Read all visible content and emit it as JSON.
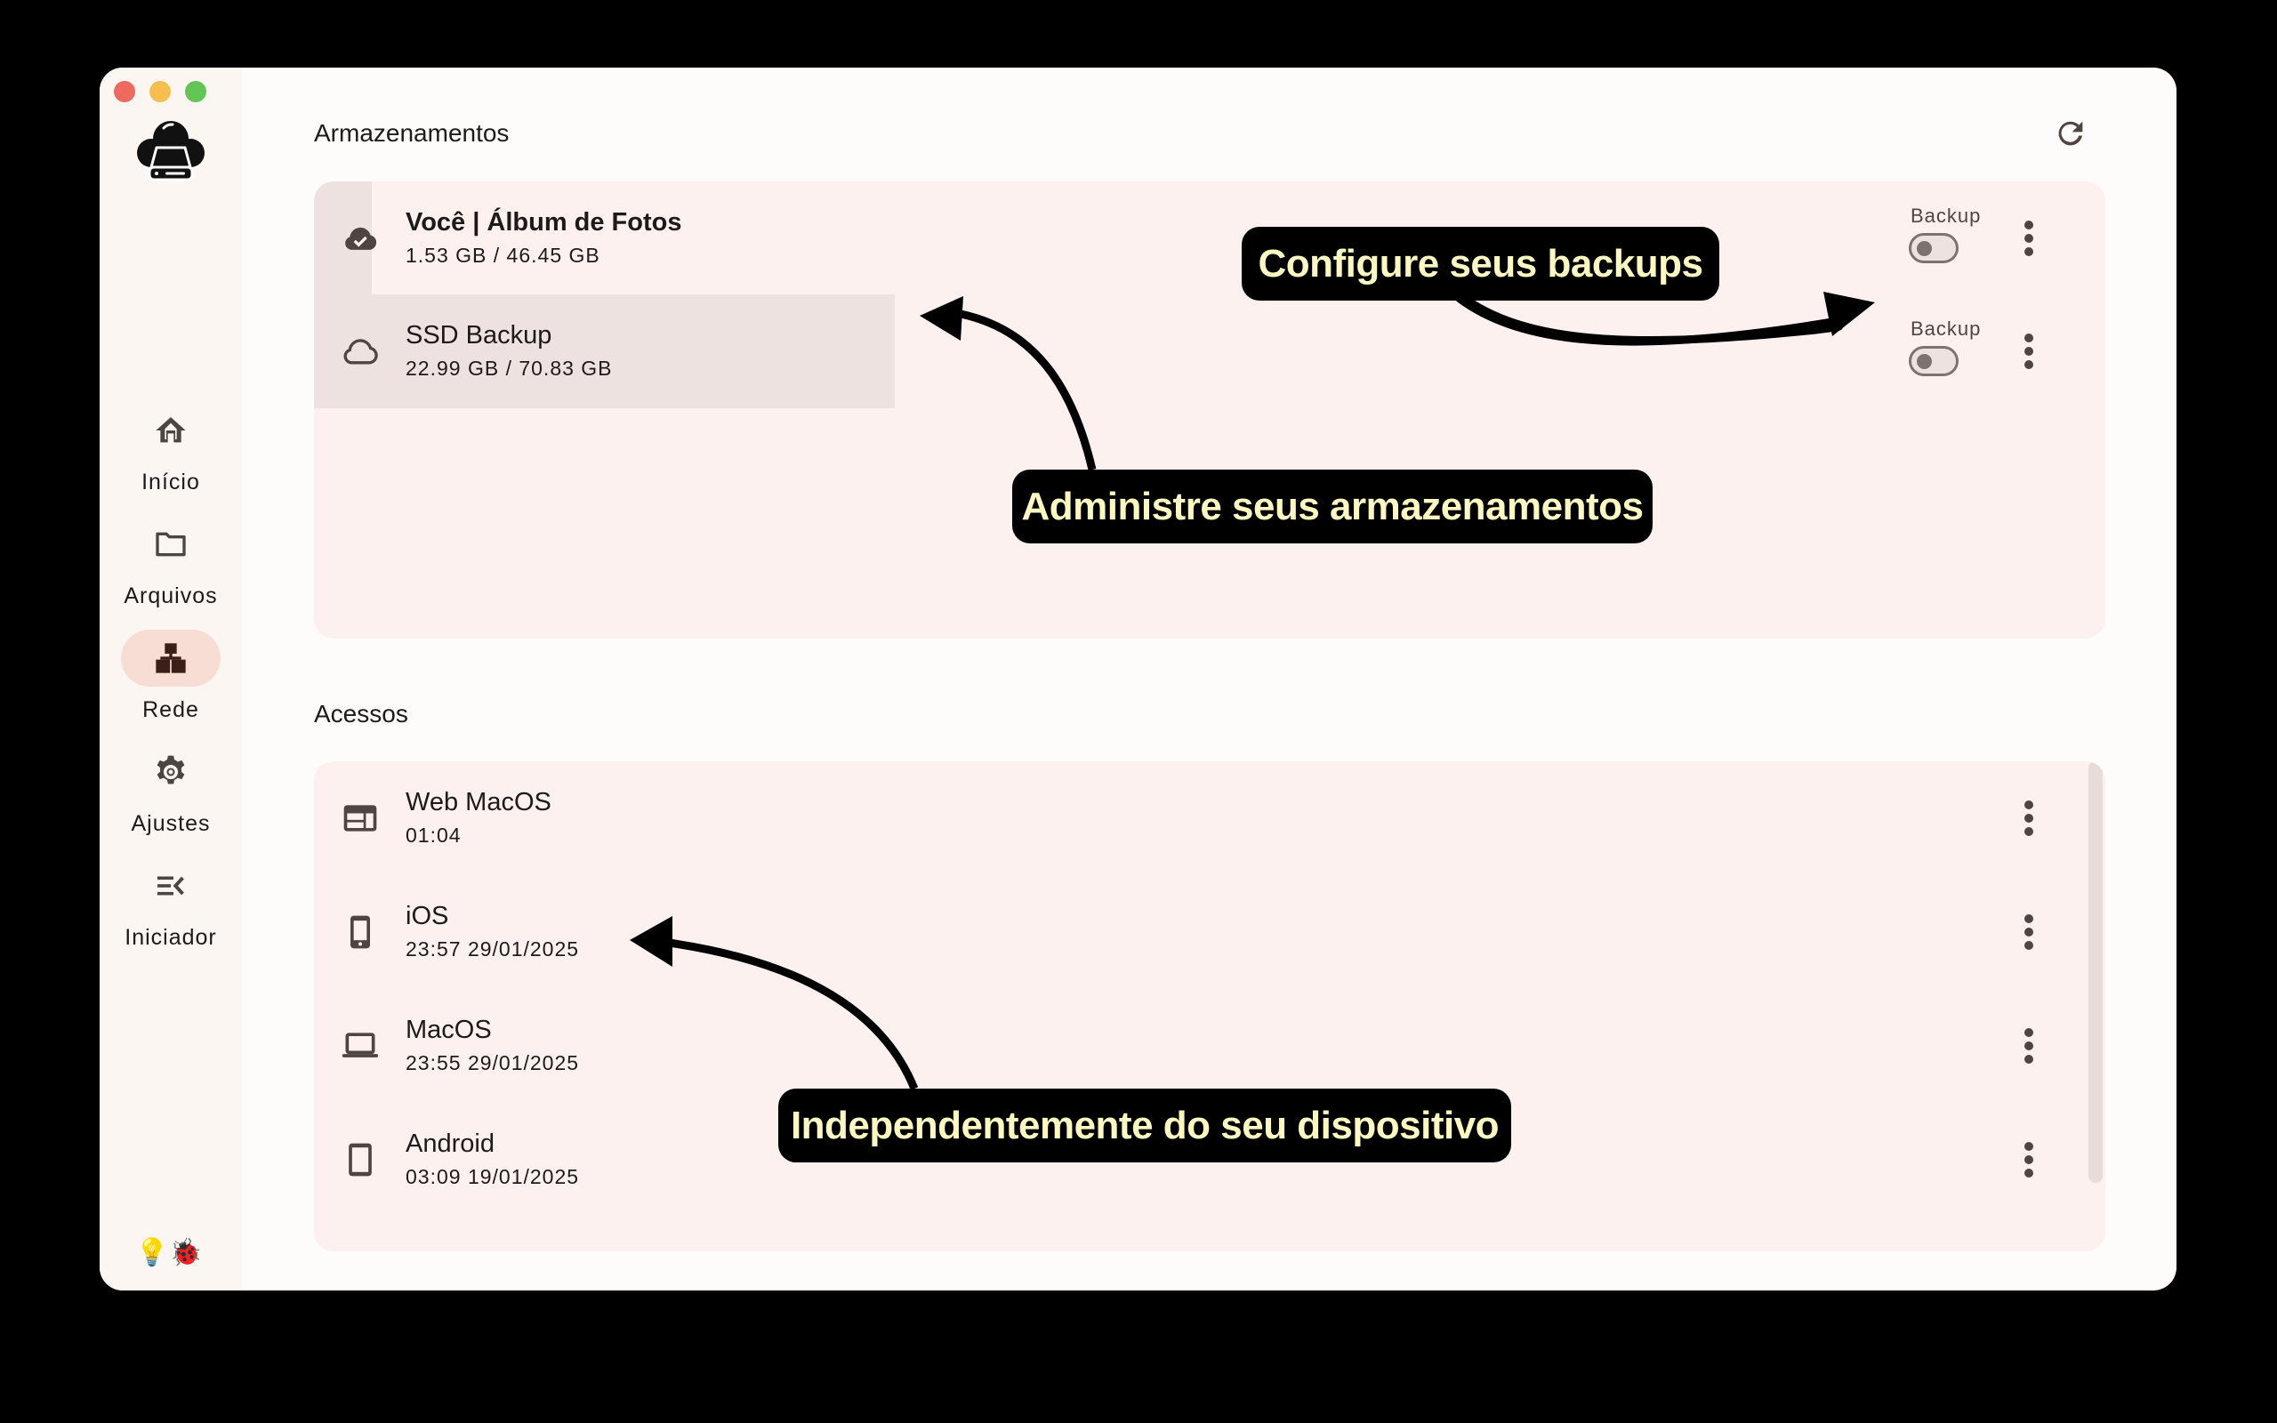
{
  "window": {
    "traffic_lights": [
      "close",
      "minimize",
      "maximize"
    ]
  },
  "sidebar": {
    "logo": "cloud-server-logo",
    "items": [
      {
        "label": "Início",
        "icon": "home-icon",
        "active": false
      },
      {
        "label": "Arquivos",
        "icon": "folder-icon",
        "active": false
      },
      {
        "label": "Rede",
        "icon": "network-icon",
        "active": true
      },
      {
        "label": "Ajustes",
        "icon": "gear-icon",
        "active": false
      },
      {
        "label": "Iniciador",
        "icon": "launcher-icon",
        "active": false
      }
    ],
    "footer": {
      "bulb": "💡",
      "bug": "🐞"
    }
  },
  "storage": {
    "title": "Armazenamentos",
    "refresh_icon": "refresh-icon",
    "items": [
      {
        "name": "Você | Álbum de Fotos",
        "usage": "1.53 GB / 46.45 GB",
        "icon": "cloud-done-icon",
        "backup_label": "Backup",
        "backup_on": false
      },
      {
        "name": "SSD Backup",
        "usage": "22.99 GB / 70.83 GB",
        "icon": "cloud-outline-icon",
        "backup_label": "Backup",
        "backup_on": false
      }
    ]
  },
  "access": {
    "title": "Acessos",
    "items": [
      {
        "name": "Web MacOS",
        "time": "01:04",
        "icon": "web-icon"
      },
      {
        "name": "iOS",
        "time": "23:57 29/01/2025",
        "icon": "phone-icon"
      },
      {
        "name": "MacOS",
        "time": "23:55 29/01/2025",
        "icon": "laptop-icon"
      },
      {
        "name": "Android",
        "time": "03:09 19/01/2025",
        "icon": "tablet-icon"
      }
    ]
  },
  "annotations": {
    "backups": "Configure seus backups",
    "storages": "Administre seus armazenamentos",
    "devices": "Independentemente do seu dispositivo"
  },
  "colors": {
    "window_bg": "#fefcfa",
    "sidebar_bg": "#fcf6f3",
    "card_bg": "#fcf1ee",
    "highlight": "#ede2df",
    "active_pill": "#f8ddd5",
    "icon": "#4e4543",
    "callout_text": "#fcf8c0"
  }
}
